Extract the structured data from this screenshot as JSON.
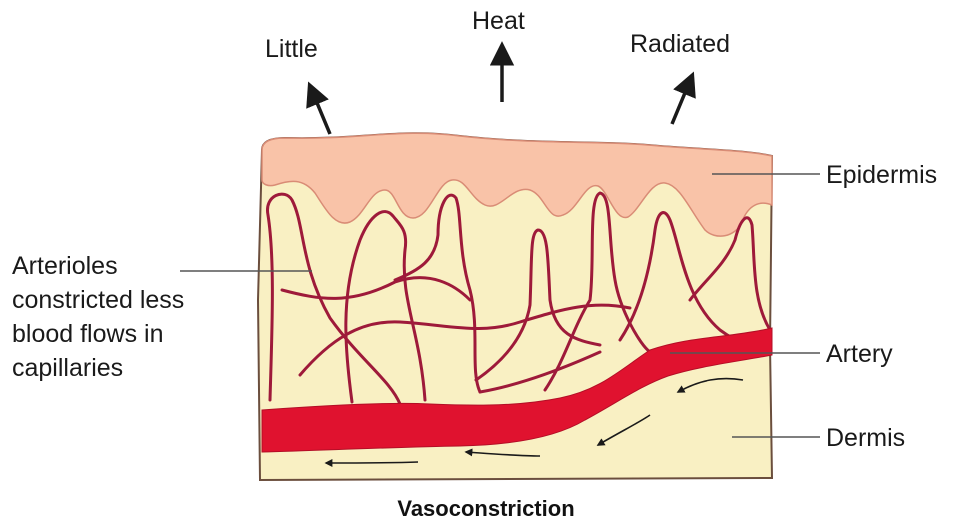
{
  "heat_labels": {
    "left": "Little",
    "center": "Heat",
    "right": "Radiated"
  },
  "labels": {
    "epidermis": "Epidermis",
    "artery": "Artery",
    "dermis": "Dermis",
    "arterioles": [
      "Arterioles",
      "constricted less",
      "blood flows in",
      "capillaries"
    ]
  },
  "caption": "Vasoconstriction",
  "colors": {
    "epidermis": "#f9c3a8",
    "dermis": "#f9f0c3",
    "vessel": "#9e1a3a",
    "artery": "#e0122f",
    "outline": "#6b4e3d",
    "text": "#1a1a1a"
  }
}
